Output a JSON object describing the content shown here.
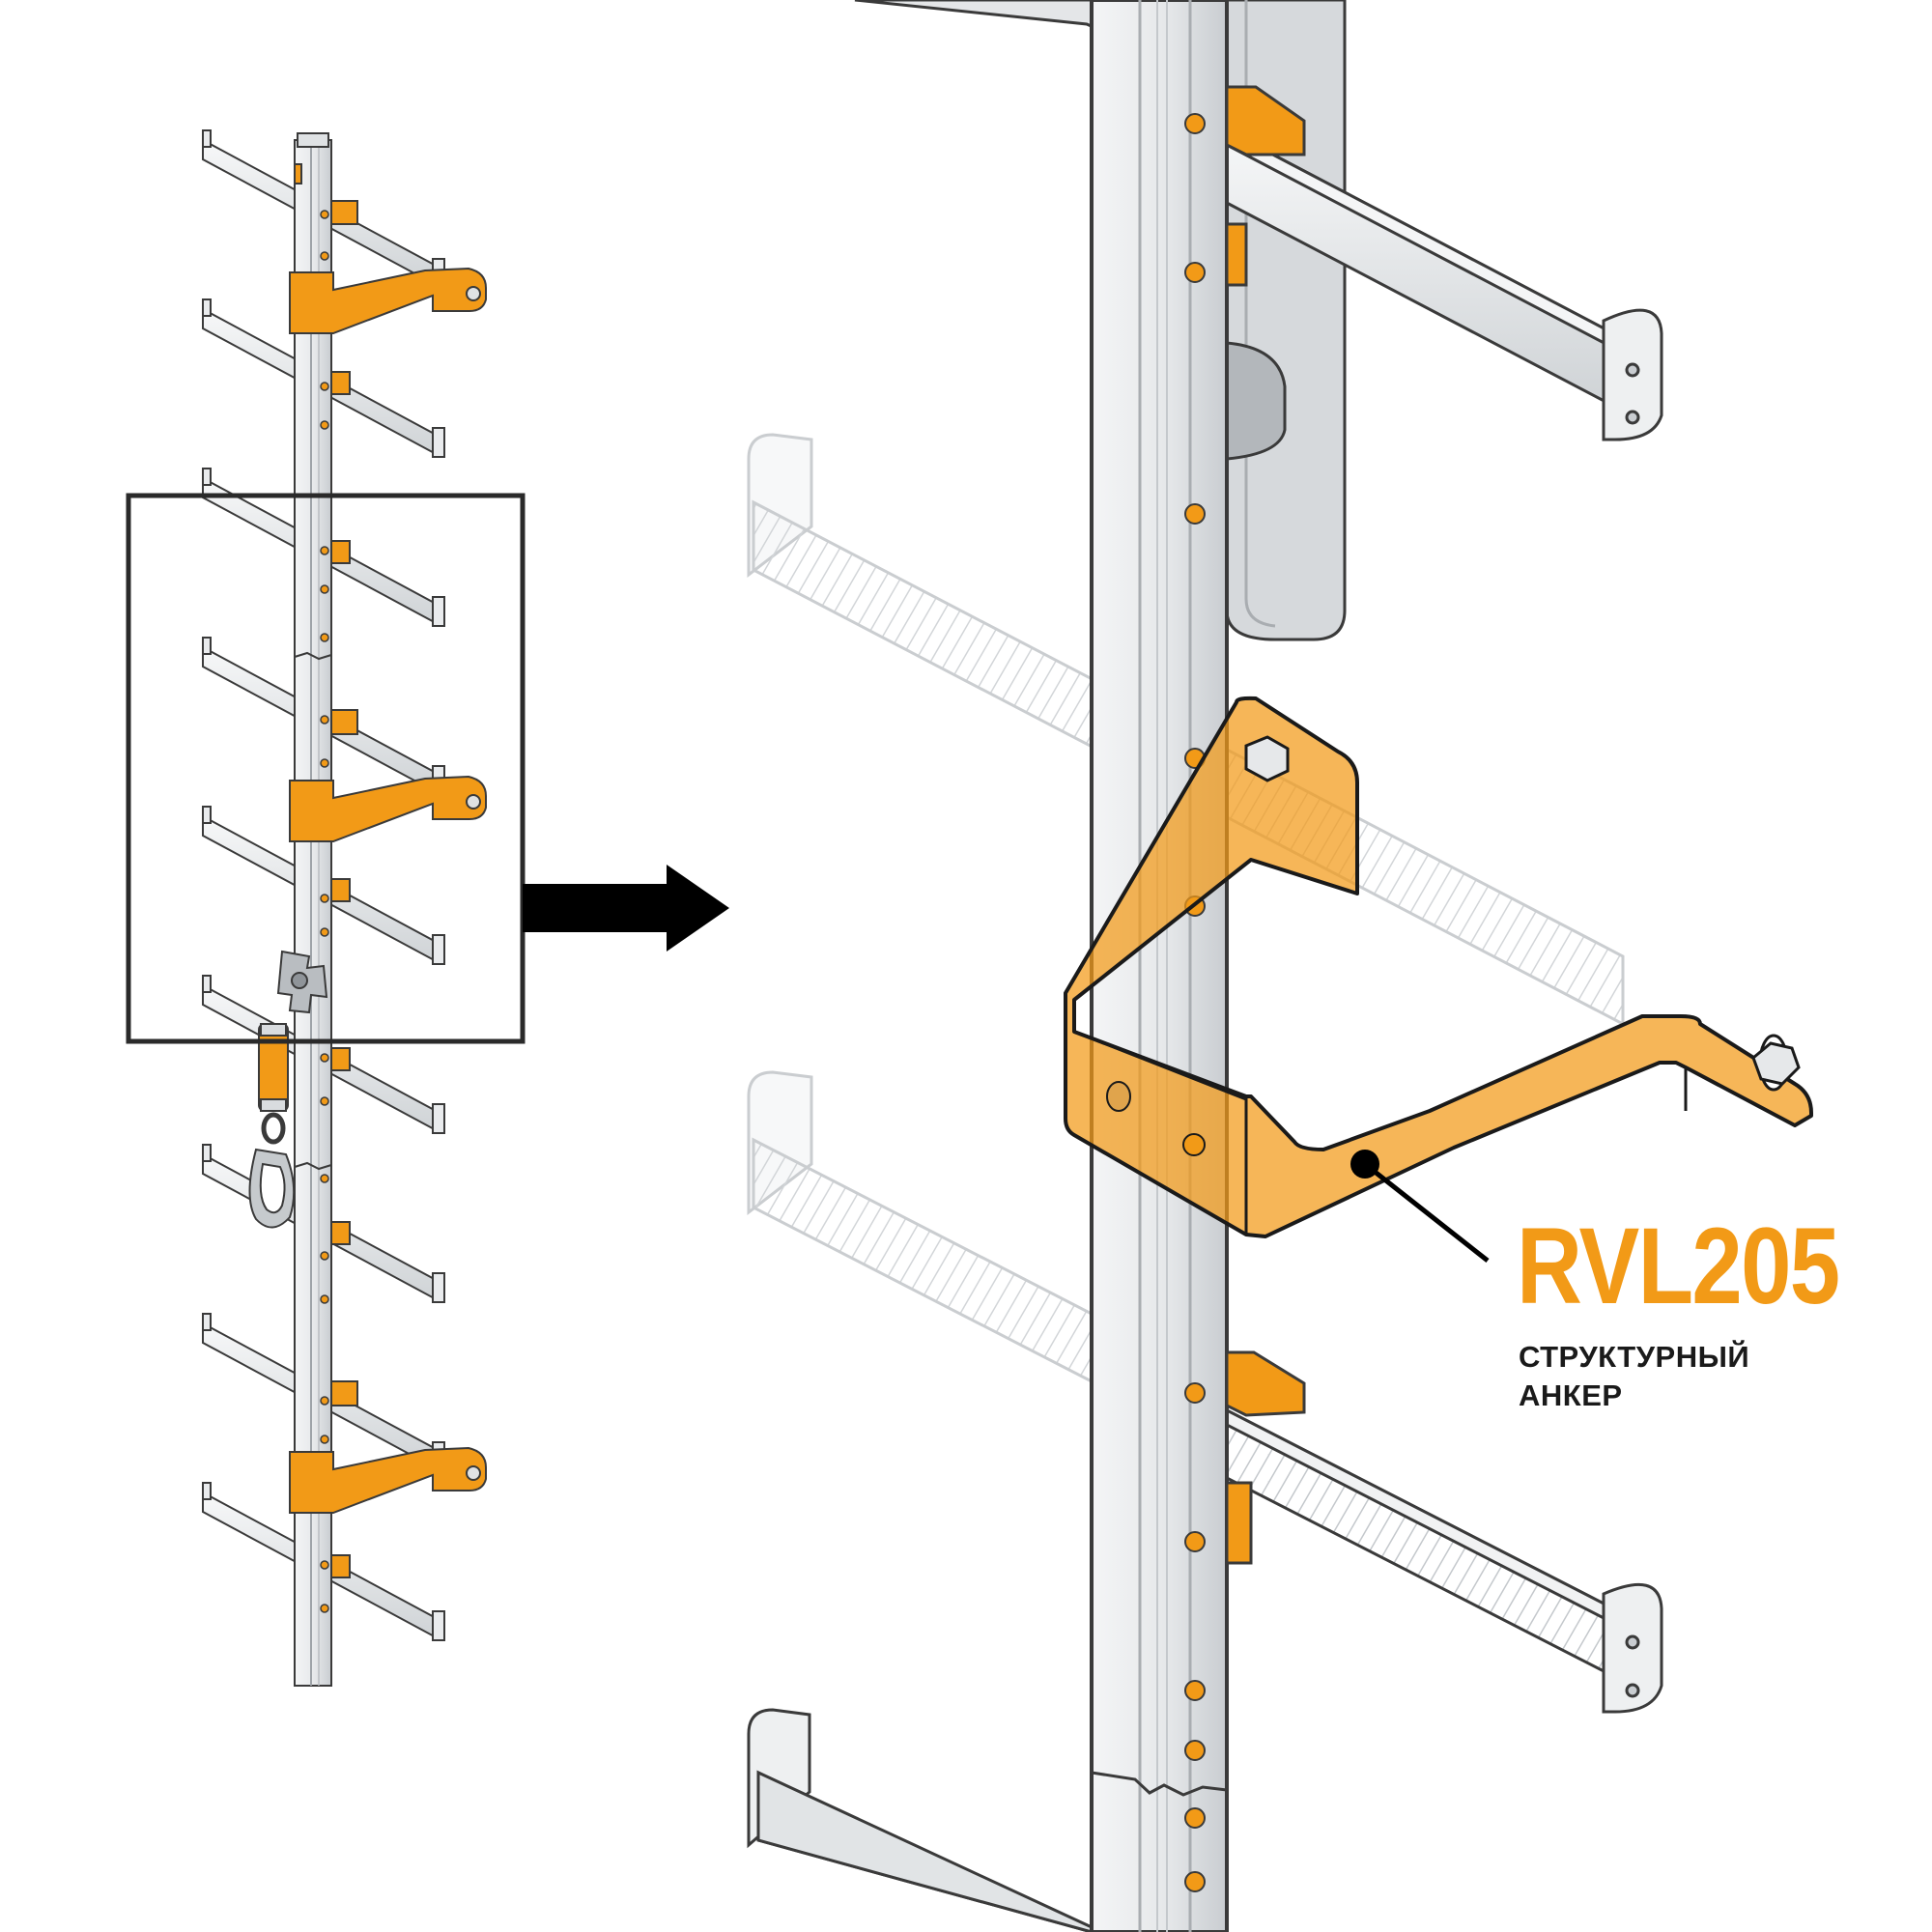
{
  "product": {
    "code": "RVL205",
    "description_lines": [
      "СТРУКТУРНЫЙ",
      "АНКЕР"
    ]
  },
  "colors": {
    "accent": "#f29a17",
    "outline": "#1a1a1a",
    "metal_light": "#eef0f1",
    "metal_mid": "#d3d6d9",
    "metal_dark": "#a9adb1"
  },
  "icons": {
    "pointer_arrow": "right-arrow-icon"
  }
}
